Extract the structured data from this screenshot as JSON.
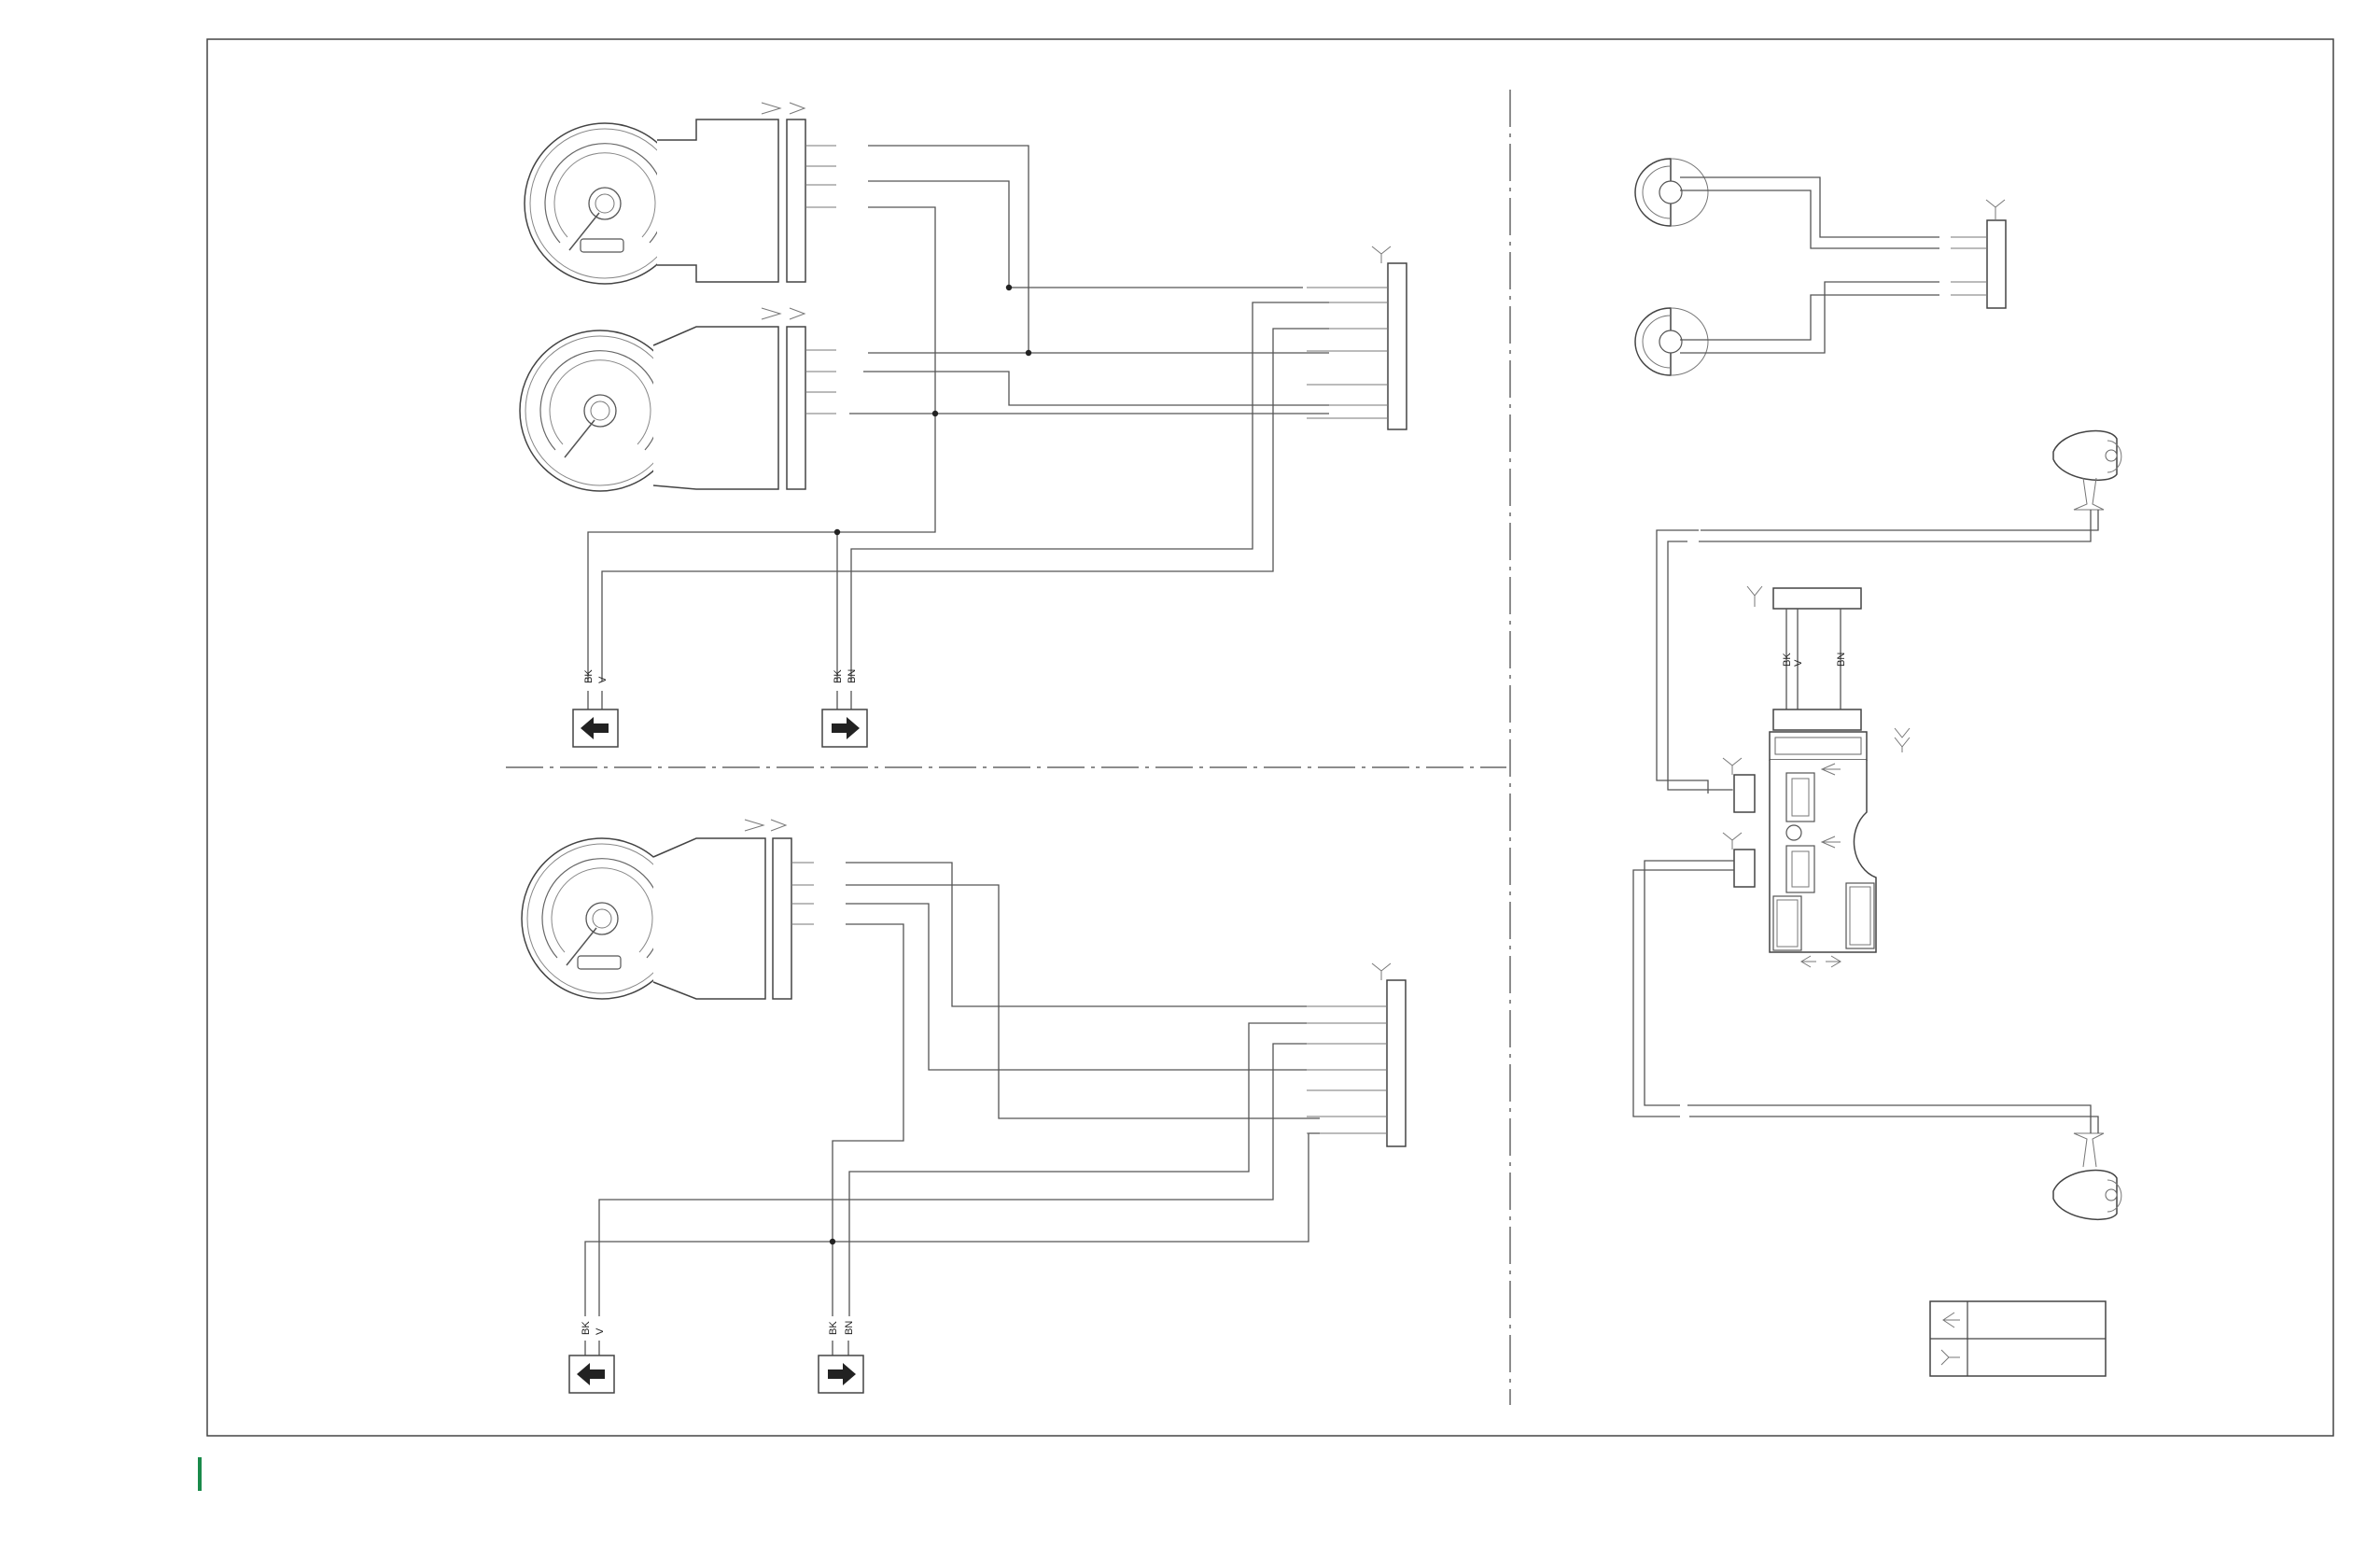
{
  "colors": {
    "line": "#555555",
    "frame": "#444444",
    "accent": "#1a8a4a",
    "arrow_fill": "#222222"
  },
  "wire_labels": {
    "bk": "BK",
    "v": "V",
    "bn": "BN"
  },
  "icons": {
    "turn_left": "left-arrow-icon",
    "turn_right": "right-arrow-icon",
    "legend_female": "female-connector-icon",
    "legend_male": "male-connector-icon"
  }
}
